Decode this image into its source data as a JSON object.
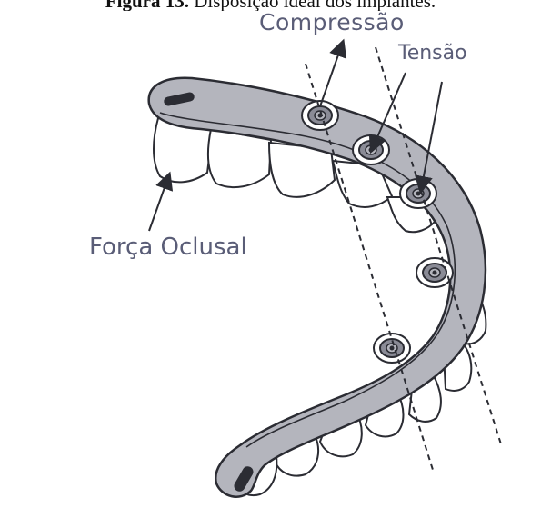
{
  "caption": {
    "prefix": "Figura 13.",
    "text": "Disposição ideal dos implantes."
  },
  "labels": {
    "compressao": "Compressão",
    "tensao": "Tensão",
    "forca_oclusal": "Força Oclusal"
  },
  "colors": {
    "bar": "#b4b5bd",
    "bar_dark": "#8a8b96",
    "outline": "#2b2c33",
    "label_text": "#5a5d77",
    "teeth": "#ffffff"
  }
}
